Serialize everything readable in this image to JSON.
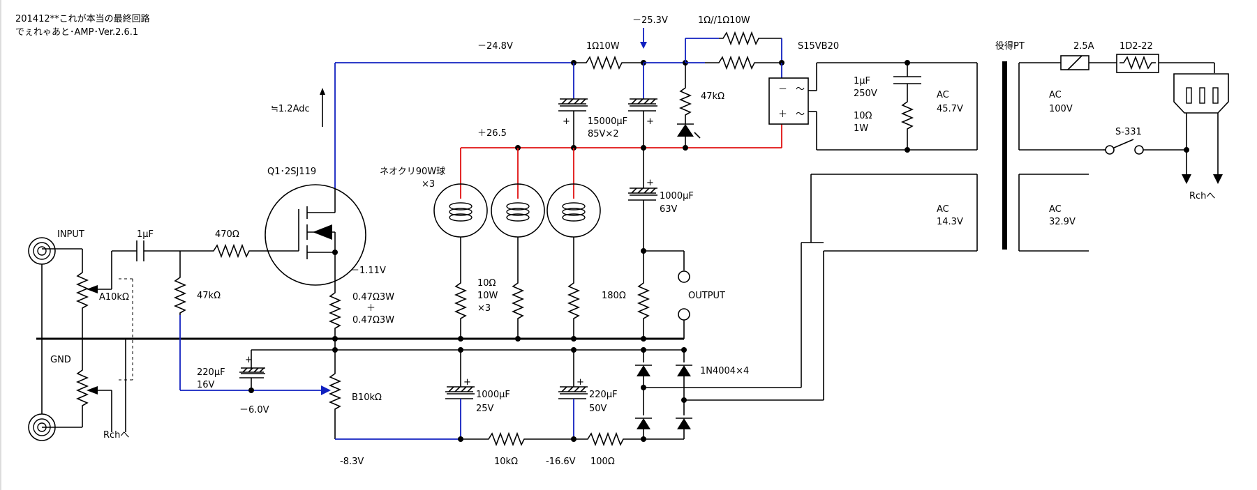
{
  "title_line1": "201412**これが本当の最終回路",
  "title_line2": "でぇれゃあと･AMP･Ver.2.6.1",
  "labels": {
    "input": "INPUT",
    "gnd": "GND",
    "rch_left": "Rchへ",
    "rch_right": "Rchへ",
    "output": "OUTPUT",
    "transistor": "Q1･2SJ119",
    "current": "≒1.2Adc",
    "bulbs": "ネオクリ90W球",
    "bulbs_count": "×3",
    "v_neg24_8": "－24.8V",
    "v_neg25_3": "－25.3V",
    "v_pos26_5": "＋26.5",
    "v_neg1_11": "－1.11V",
    "v_neg6_0": "－6.0V",
    "v_neg8_3": "-8.3V",
    "v_neg16_6": "-16.6V",
    "bridge": "S15VB20",
    "transformer": "役得PT",
    "fuse": "2.5A",
    "thermistor": "1D2-22",
    "switch": "S-331",
    "diodes": "1N4004×4"
  },
  "components": {
    "c_in": "1μF",
    "r_470": "470Ω",
    "r_47k": "47kΩ",
    "pot_a10k": "A10kΩ",
    "r_src1": "0.47Ω3W",
    "r_src_plus": "＋",
    "r_src2": "0.47Ω3W",
    "c_220_16_a": "220μF",
    "c_220_16_b": "16V",
    "pot_b10k": "B10kΩ",
    "r_1ohm10w": "1Ω10W",
    "r_parallel": "1Ω//1Ω10W",
    "r_47k_led": "47kΩ",
    "c_15000_a": "15000μF",
    "c_15000_b": "85V×2",
    "c_1000_63_a": "1000μF",
    "c_1000_63_b": "63V",
    "r_180": "180Ω",
    "r_10ohm_a": "10Ω",
    "r_10ohm_b": "10W",
    "r_10ohm_c": "×3",
    "c_1000_25_a": "1000μF",
    "c_1000_25_b": "25V",
    "c_220_50_a": "220μF",
    "c_220_50_b": "50V",
    "r_10k": "10kΩ",
    "r_100": "100Ω",
    "snub_c_a": "1μF",
    "snub_c_b": "250V",
    "snub_r_a": "10Ω",
    "snub_r_b": "1W",
    "ac_45_a": "AC",
    "ac_45_b": "45.7V",
    "ac_14_a": "AC",
    "ac_14_b": "14.3V",
    "ac_100_a": "AC",
    "ac_100_b": "100V",
    "ac_32_a": "AC",
    "ac_32_b": "32.9V"
  },
  "colors": {
    "positive_rail": "#e01010",
    "negative_rail": "#1020c0",
    "wire": "#000000"
  }
}
